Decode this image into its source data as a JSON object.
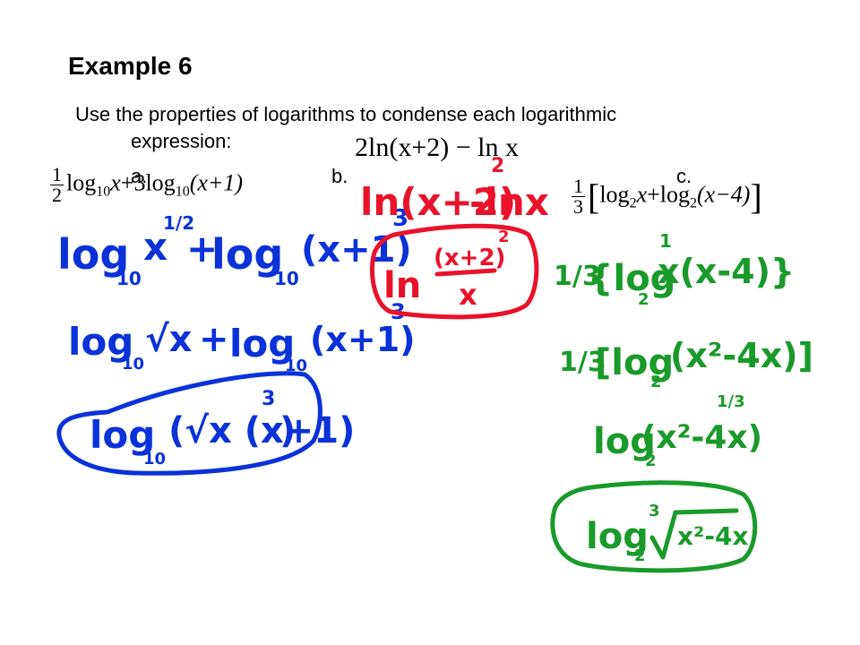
{
  "slide": {
    "title": "Example 6",
    "instruction_line1": "Use the properties of logarithms to condense each logarithmic",
    "instruction_line2": "expression:",
    "labels": {
      "a": "a.",
      "b": "b.",
      "c": "c."
    }
  },
  "problems": {
    "a": {
      "coef_num": "1",
      "coef_den": "2",
      "log": "log",
      "base": "10",
      "var": "x",
      "plus_three": "+3",
      "base2": "10",
      "arg2": "(x+1)"
    },
    "b": {
      "expr": "2ln(x+2) − ln x"
    },
    "c": {
      "coef_num": "1",
      "coef_den": "3",
      "open": "[",
      "log": "log",
      "base": "2",
      "var": "x",
      "plus": "+",
      "base2": "2",
      "arg2": "(x−4)",
      "close": "]"
    }
  },
  "handwriting": {
    "colors": {
      "blue": "#0a32d8",
      "red": "#e8132b",
      "green": "#1a9a2a"
    },
    "a_step1": {
      "log": "log",
      "base": "10",
      "x": "x",
      "exp": "1/2",
      "plus": "+",
      "log2": "log",
      "base2": "10",
      "arg": "(x+1)",
      "exp2": "3"
    },
    "a_step2": {
      "log": "log",
      "base": "10",
      "sqrt": "√x",
      "plus": "+",
      "log2": "log",
      "base2": "10",
      "arg": "(x+1)",
      "exp": "3"
    },
    "a_final": {
      "log": "log",
      "base": "10",
      "inner": "(√x (x+1)",
      "exp": "3",
      "close": ")"
    },
    "b_step1": {
      "text": "ln(x+2)",
      "exp": "2",
      "rest": "-lnx"
    },
    "b_final": {
      "ln": "ln",
      "num": "(x+2)",
      "exp": "2",
      "den": "x"
    },
    "c_step1": {
      "coef": "1/3",
      "text": "{log",
      "base": "2",
      "arg": "x(x-4)}",
      "exp": "1"
    },
    "c_step2": {
      "coef": "1/3",
      "text": "[log",
      "base": "2",
      "arg": "(x²-4x)]"
    },
    "c_step3": {
      "log": "log",
      "base": "2",
      "arg": "(x²-4x)",
      "exp": "1/3"
    },
    "c_final": {
      "log": "log",
      "base": "2",
      "index": "3",
      "radicand": "x²-4x"
    }
  }
}
